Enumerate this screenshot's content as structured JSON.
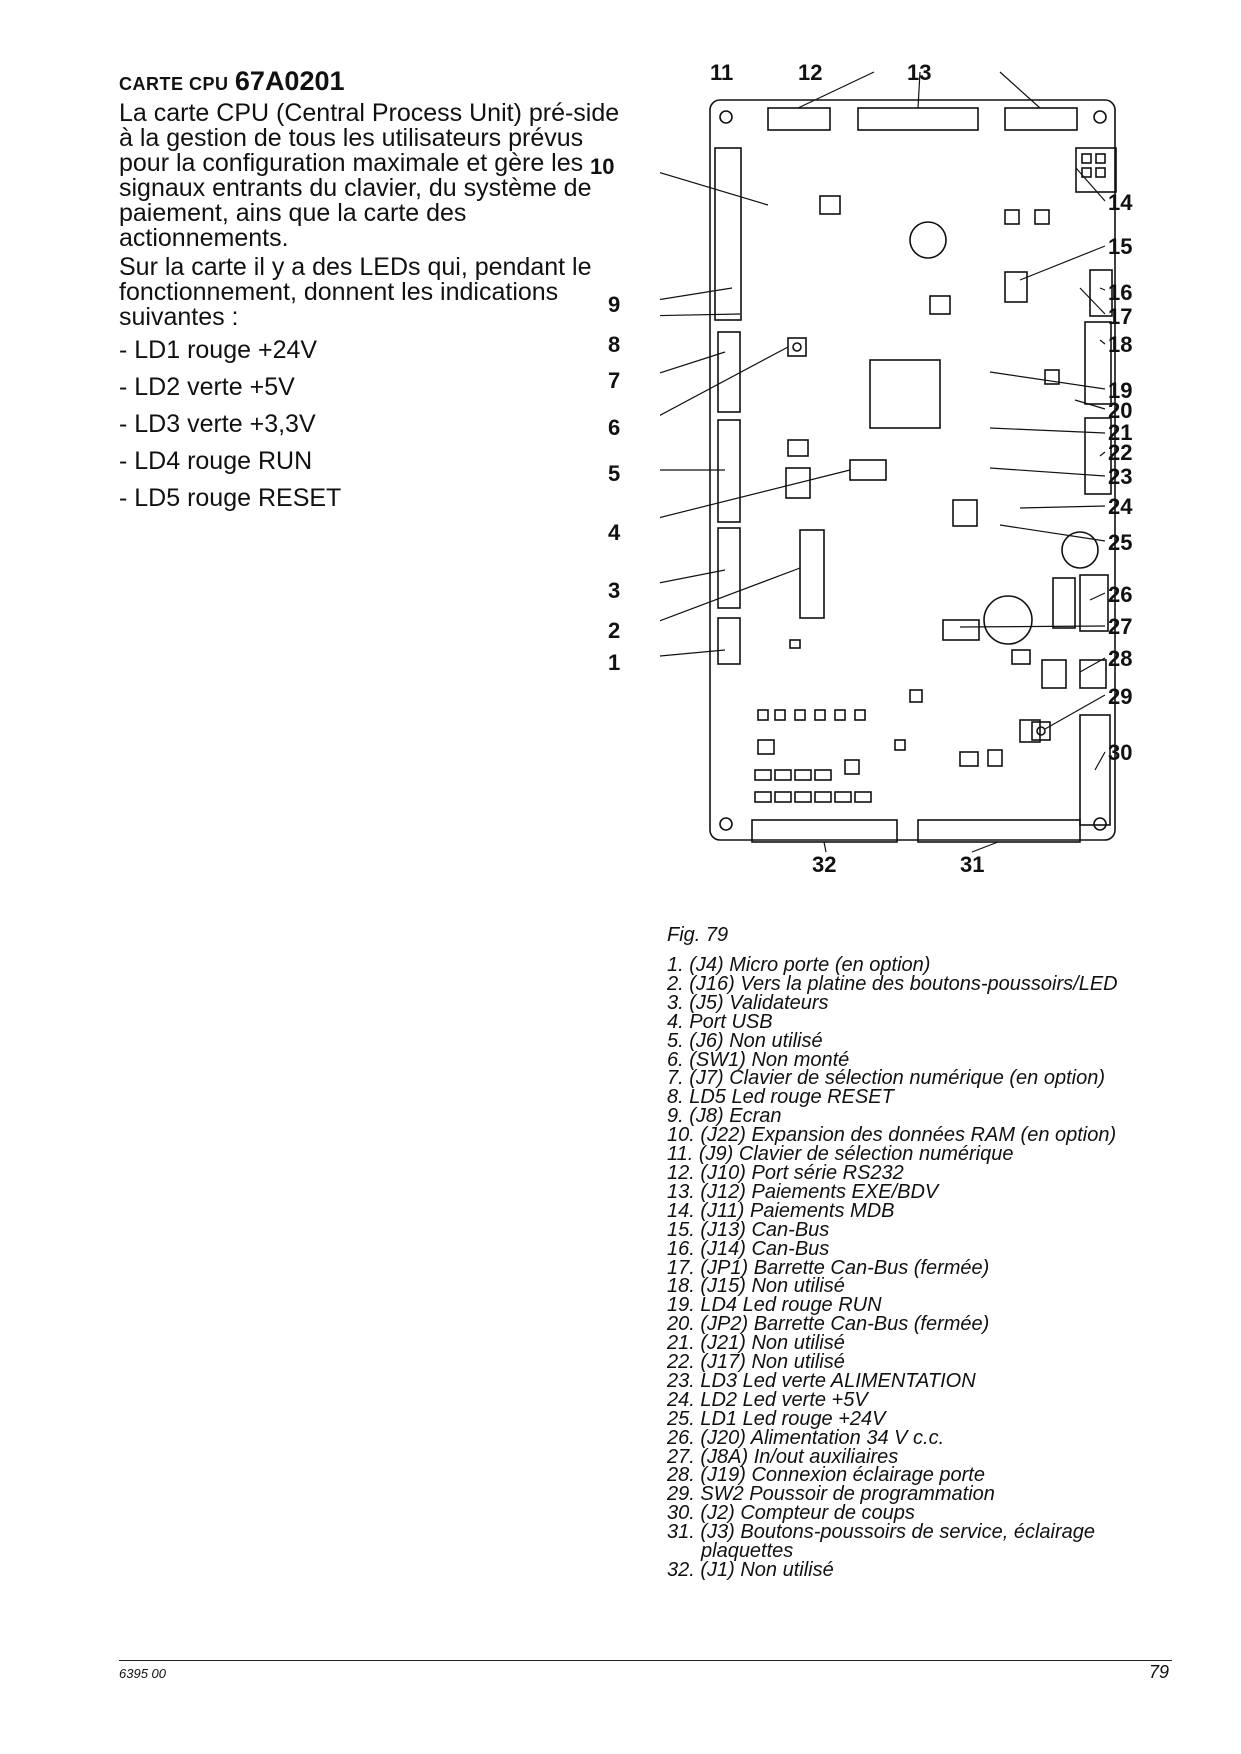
{
  "section": {
    "title_prefix": "CARTE CPU",
    "title_code": "67A0201",
    "paragraph1": "La carte CPU (Central Process Unit) pré-side à la gestion de tous les utilisateurs prévus pour la configuration maximale et gère les signaux entrants du clavier, du système de paiement, ains que la carte des actionnements.",
    "paragraph2": "Sur la carte il y a des LEDs qui, pendant le fonctionnement, donnent les indications suivantes :",
    "leds": [
      "- LD1 rouge +24V",
      "- LD2 verte +5V",
      "- LD3 verte +3,3V",
      "- LD4 rouge RUN",
      "- LD5 rouge RESET"
    ]
  },
  "figure": {
    "caption": "Fig. 79",
    "callouts": [
      "1",
      "2",
      "3",
      "4",
      "5",
      "6",
      "7",
      "8",
      "9",
      "10",
      "11",
      "12",
      "13",
      "14",
      "15",
      "16",
      "17",
      "18",
      "19",
      "20",
      "21",
      "22",
      "23",
      "24",
      "25",
      "26",
      "27",
      "28",
      "29",
      "30",
      "31",
      "32"
    ],
    "legend": [
      "1.  (J4) Micro porte (en option)",
      "2.  (J16) Vers la platine des boutons-poussoirs/LED",
      "3.  (J5) Validateurs",
      "4.  Port USB",
      "5.  (J6) Non utilisé",
      "6.  (SW1) Non monté",
      "7.  (J7) Clavier de sélection numérique (en option)",
      "8.  LD5 Led rouge RESET",
      "9.  (J8) Ecran",
      "10.  (J22) Expansion des données RAM (en option)",
      "11.  (J9) Clavier de sélection numérique",
      "12.  (J10) Port série RS232",
      "13.  (J12) Paiements EXE/BDV",
      "14.  (J11) Paiements MDB",
      "15.  (J13) Can-Bus",
      "16.  (J14) Can-Bus",
      "17.  (JP1) Barrette Can-Bus (fermée)",
      "18.  (J15) Non utilisé",
      "19.  LD4 Led rouge RUN",
      "20.  (JP2) Barrette Can-Bus (fermée)",
      "21.  (J21) Non utilisé",
      "22.  (J17) Non utilisé",
      "23.  LD3 Led verte ALIMENTATION",
      "24.  LD2 Led verte +5V",
      "25.  LD1 Led rouge +24V",
      "26.  (J20) Alimentation 34 V c.c.",
      "27.  (J8A) In/out auxiliaires",
      "28.  (J19) Connexion éclairage porte",
      "29.  SW2 Poussoir de programmation",
      "30.  (J2) Compteur de coups",
      "31.  (J3) Boutons-poussoirs de service, éclairage",
      "plaquettes",
      "32.  (J1) Non utilisé"
    ]
  },
  "footer": {
    "doc_code": "6395 00",
    "page_number": "79"
  }
}
